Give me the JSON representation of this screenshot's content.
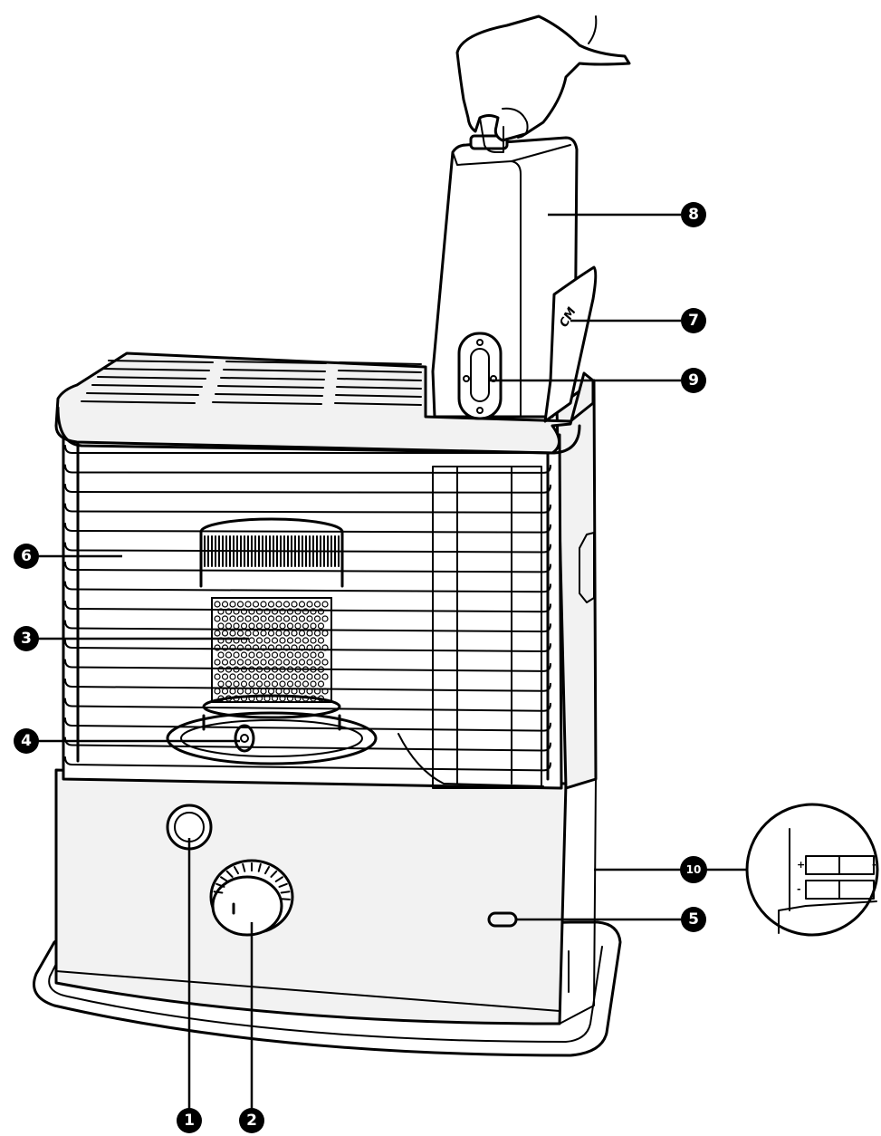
{
  "diagram": {
    "tank_label": "CM",
    "battery_polarity": {
      "plus": "+",
      "minus": "-"
    },
    "callouts": [
      {
        "number": "1",
        "part": "ignition-button"
      },
      {
        "number": "2",
        "part": "control-knob"
      },
      {
        "number": "3",
        "part": "combustion-chamber"
      },
      {
        "number": "4",
        "part": "igniter"
      },
      {
        "number": "5",
        "part": "fuel-gauge"
      },
      {
        "number": "6",
        "part": "front-grill"
      },
      {
        "number": "7",
        "part": "tank-lid"
      },
      {
        "number": "8",
        "part": "fuel-tank"
      },
      {
        "number": "9",
        "part": "tank-cap"
      },
      {
        "number": "10",
        "part": "battery-compartment"
      }
    ]
  }
}
